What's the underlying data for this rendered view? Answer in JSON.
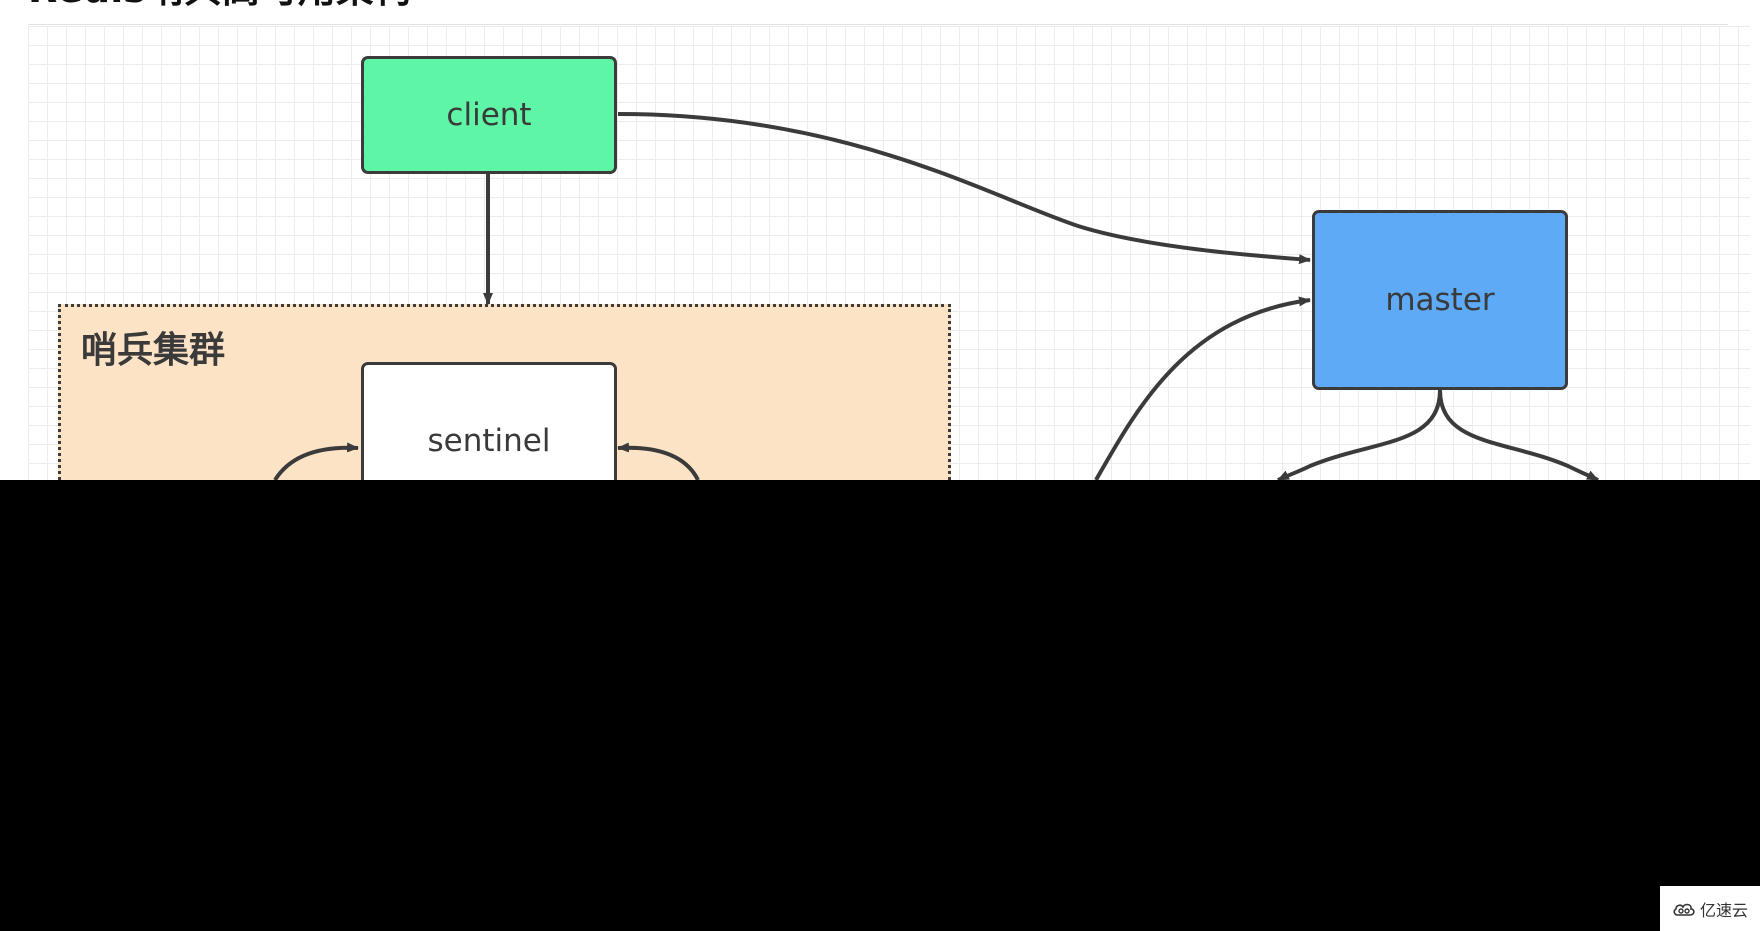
{
  "page": {
    "title": "Redis哨兵高可用架构"
  },
  "diagram": {
    "nodes": {
      "client": {
        "label": "client",
        "color": "#5ef5a6"
      },
      "master": {
        "label": "master",
        "color": "#5eaaf7"
      },
      "sentinel": {
        "label": "sentinel",
        "color": "#ffffff"
      }
    },
    "cluster": {
      "label": "哨兵集群",
      "color": "#fde3c6"
    },
    "edges": [
      {
        "from": "client",
        "to": "master"
      },
      {
        "from": "client",
        "to": "sentinel-cluster"
      },
      {
        "from": "below",
        "to": "master"
      },
      {
        "from": "below-left",
        "to": "sentinel"
      },
      {
        "from": "below-right",
        "to": "sentinel"
      },
      {
        "from": "master",
        "to": "below-left"
      },
      {
        "from": "master",
        "to": "below-right"
      }
    ],
    "grid": true
  },
  "watermark": {
    "text": "亿速云",
    "icon": "cloud-logo-icon"
  },
  "colors": {
    "stroke": "#3b3b3b",
    "occlusion": "#000000"
  }
}
